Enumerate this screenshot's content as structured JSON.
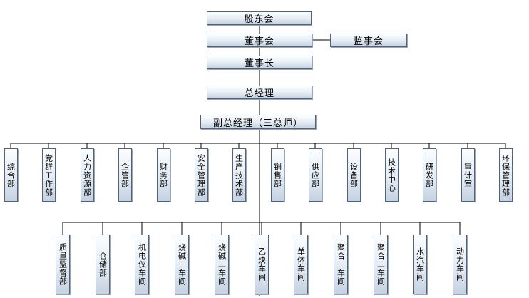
{
  "top": {
    "shareholders": "股东会",
    "board": "董事会",
    "supervisors": "监事会",
    "chairman": "董事长",
    "general_manager": "总经理",
    "deputy_gm": "副总经理（三总师）"
  },
  "departments": [
    "综合部",
    "党群工作部",
    "人力资源部",
    "企管部",
    "财务部",
    "安全管理部",
    "生产技术部",
    "销售部",
    "供应部",
    "设备部",
    "技术中心",
    "研发部",
    "审计室",
    "环保管理部"
  ],
  "workshops": [
    "质量监督部",
    "仓储部",
    "机电仪车间",
    "烧碱一车间",
    "烧碱二车间",
    "乙炔车间",
    "单体车间",
    "聚合一车间",
    "聚合二车间",
    "水汽车间",
    "动力车间"
  ],
  "colors": {
    "line": "#000000",
    "border": "#51637a",
    "fill_top": "#fdfeff",
    "fill_bottom": "#c4d1e0"
  }
}
